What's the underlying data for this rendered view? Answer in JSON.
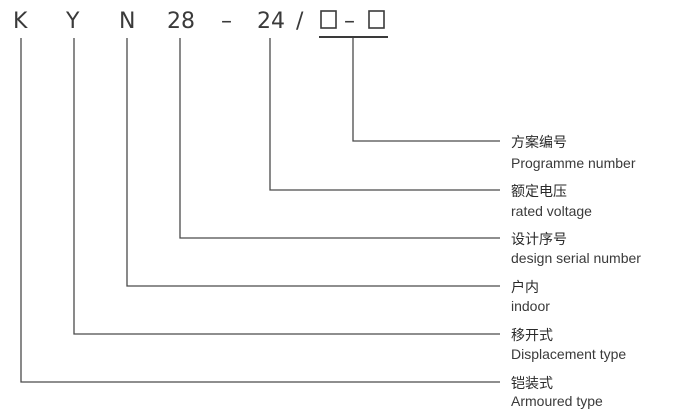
{
  "code": {
    "chars": [
      "K",
      "Y",
      "N",
      "28",
      "–",
      "24",
      "/",
      "–"
    ],
    "placeholder_icon": "empty-square"
  },
  "fields": [
    {
      "zh": "方案编号",
      "en": "Programme number"
    },
    {
      "zh": "额定电压",
      "en": "rated voltage"
    },
    {
      "zh": "设计序号",
      "en": "design serial number"
    },
    {
      "zh": "户内",
      "en": "indoor"
    },
    {
      "zh": "移开式",
      "en": "Displacement type"
    },
    {
      "zh": "铠装式",
      "en": "Armoured type"
    }
  ],
  "colors": {
    "line": "#4a4a4a",
    "text": "#333333"
  }
}
